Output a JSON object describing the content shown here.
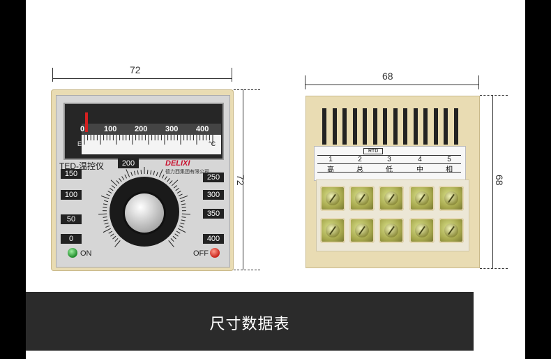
{
  "dimensions": {
    "front_width": "72",
    "front_height": "72",
    "back_width": "68",
    "back_height": "68"
  },
  "front": {
    "scale_numbers": [
      "0",
      "100",
      "200",
      "300",
      "400"
    ],
    "scale_unit": "°C",
    "scale_left_mark": "E",
    "model_label": "TED-温控仪",
    "brand": "DELIXI",
    "brand_sub": "德力西集团有限公司",
    "dial_labels_left": [
      "150",
      "100",
      "50",
      "0"
    ],
    "dial_top": "200",
    "dial_labels_right": [
      "250",
      "300",
      "350",
      "400"
    ],
    "on_label": "ON",
    "off_label": "OFF"
  },
  "back": {
    "table_title": "RTD",
    "table_numbers": [
      "1",
      "2",
      "3",
      "4",
      "5"
    ],
    "table_chars": [
      "高",
      "总",
      "低",
      "中",
      "相"
    ]
  },
  "caption": "尺寸数据表",
  "colors": {
    "panel_beige": "#e9dcb3",
    "face_gray": "#d9d9d9",
    "caption_bg": "#2b2b2b"
  }
}
